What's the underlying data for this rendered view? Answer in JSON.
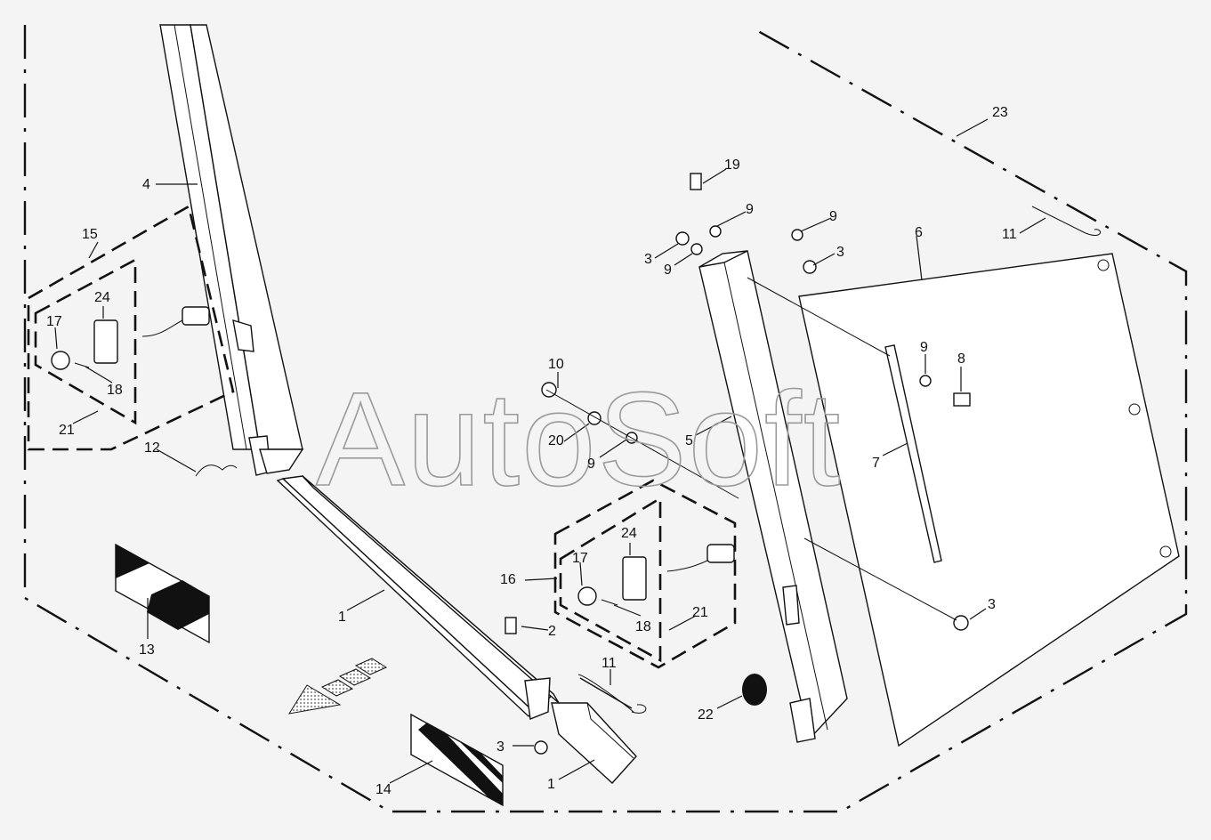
{
  "watermark": "AutoSoft",
  "callouts": [
    {
      "id": "c1a",
      "text": "1"
    },
    {
      "id": "c1b",
      "text": "1"
    },
    {
      "id": "c2",
      "text": "2"
    },
    {
      "id": "c3a",
      "text": "3"
    },
    {
      "id": "c3b",
      "text": "3"
    },
    {
      "id": "c3c",
      "text": "3"
    },
    {
      "id": "c3d",
      "text": "3"
    },
    {
      "id": "c4",
      "text": "4"
    },
    {
      "id": "c5",
      "text": "5"
    },
    {
      "id": "c6",
      "text": "6"
    },
    {
      "id": "c7",
      "text": "7"
    },
    {
      "id": "c8",
      "text": "8"
    },
    {
      "id": "c9a",
      "text": "9"
    },
    {
      "id": "c9b",
      "text": "9"
    },
    {
      "id": "c9c",
      "text": "9"
    },
    {
      "id": "c9d",
      "text": "9"
    },
    {
      "id": "c9e",
      "text": "9"
    },
    {
      "id": "c10",
      "text": "10"
    },
    {
      "id": "c11a",
      "text": "11"
    },
    {
      "id": "c11b",
      "text": "11"
    },
    {
      "id": "c12",
      "text": "12"
    },
    {
      "id": "c13",
      "text": "13"
    },
    {
      "id": "c14",
      "text": "14"
    },
    {
      "id": "c15",
      "text": "15"
    },
    {
      "id": "c16",
      "text": "16"
    },
    {
      "id": "c17a",
      "text": "17"
    },
    {
      "id": "c17b",
      "text": "17"
    },
    {
      "id": "c18a",
      "text": "18"
    },
    {
      "id": "c18b",
      "text": "18"
    },
    {
      "id": "c19",
      "text": "19"
    },
    {
      "id": "c20",
      "text": "20"
    },
    {
      "id": "c21a",
      "text": "21"
    },
    {
      "id": "c21b",
      "text": "21"
    },
    {
      "id": "c22",
      "text": "22"
    },
    {
      "id": "c23",
      "text": "23"
    },
    {
      "id": "c24a",
      "text": "24"
    },
    {
      "id": "c24b",
      "text": "24"
    }
  ]
}
